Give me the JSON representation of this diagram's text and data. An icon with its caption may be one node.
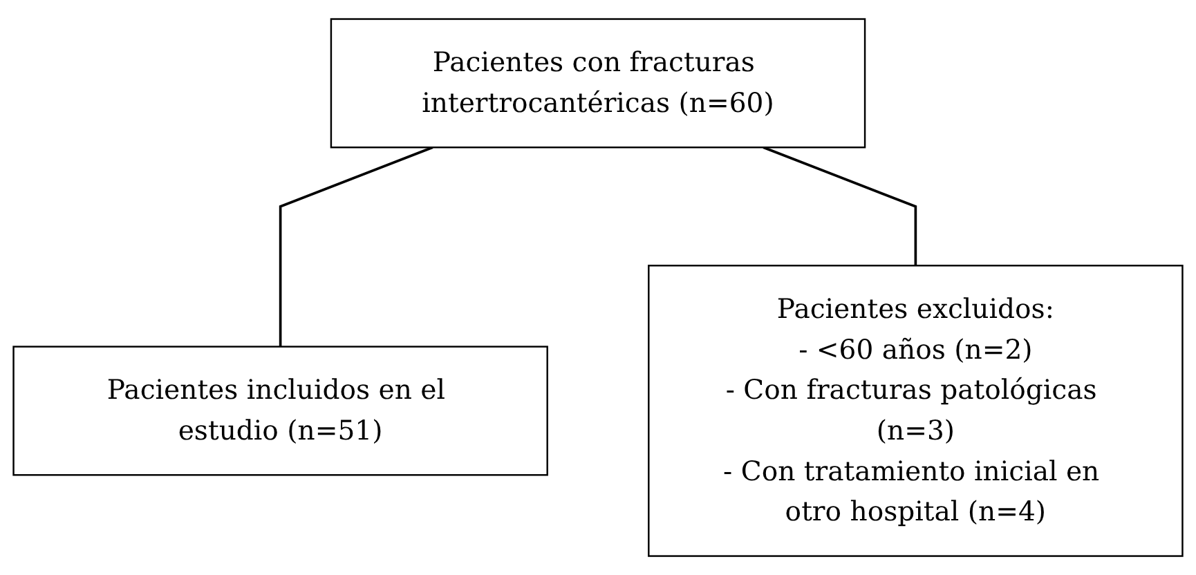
{
  "diagram": {
    "nodes": [
      {
        "text": [
          "Pacientes con fracturas intertrocantéricas (n=60)"
        ]
      },
      {
        "text": [
          "Pacientes excluidos:",
          "- <60 años (n=2)",
          "- Con fracturas patológicas (n=3)",
          "- Con tratamiento inicial en otro hospital (n=4)"
        ]
      },
      {
        "text": [
          "Pacientes incluidos en el estudio (n=51)"
        ]
      }
    ],
    "edges": [
      {
        "from": 0,
        "to": 2,
        "arrow": "none"
      },
      {
        "from": 0,
        "to": 1,
        "arrow": "none"
      }
    ]
  }
}
